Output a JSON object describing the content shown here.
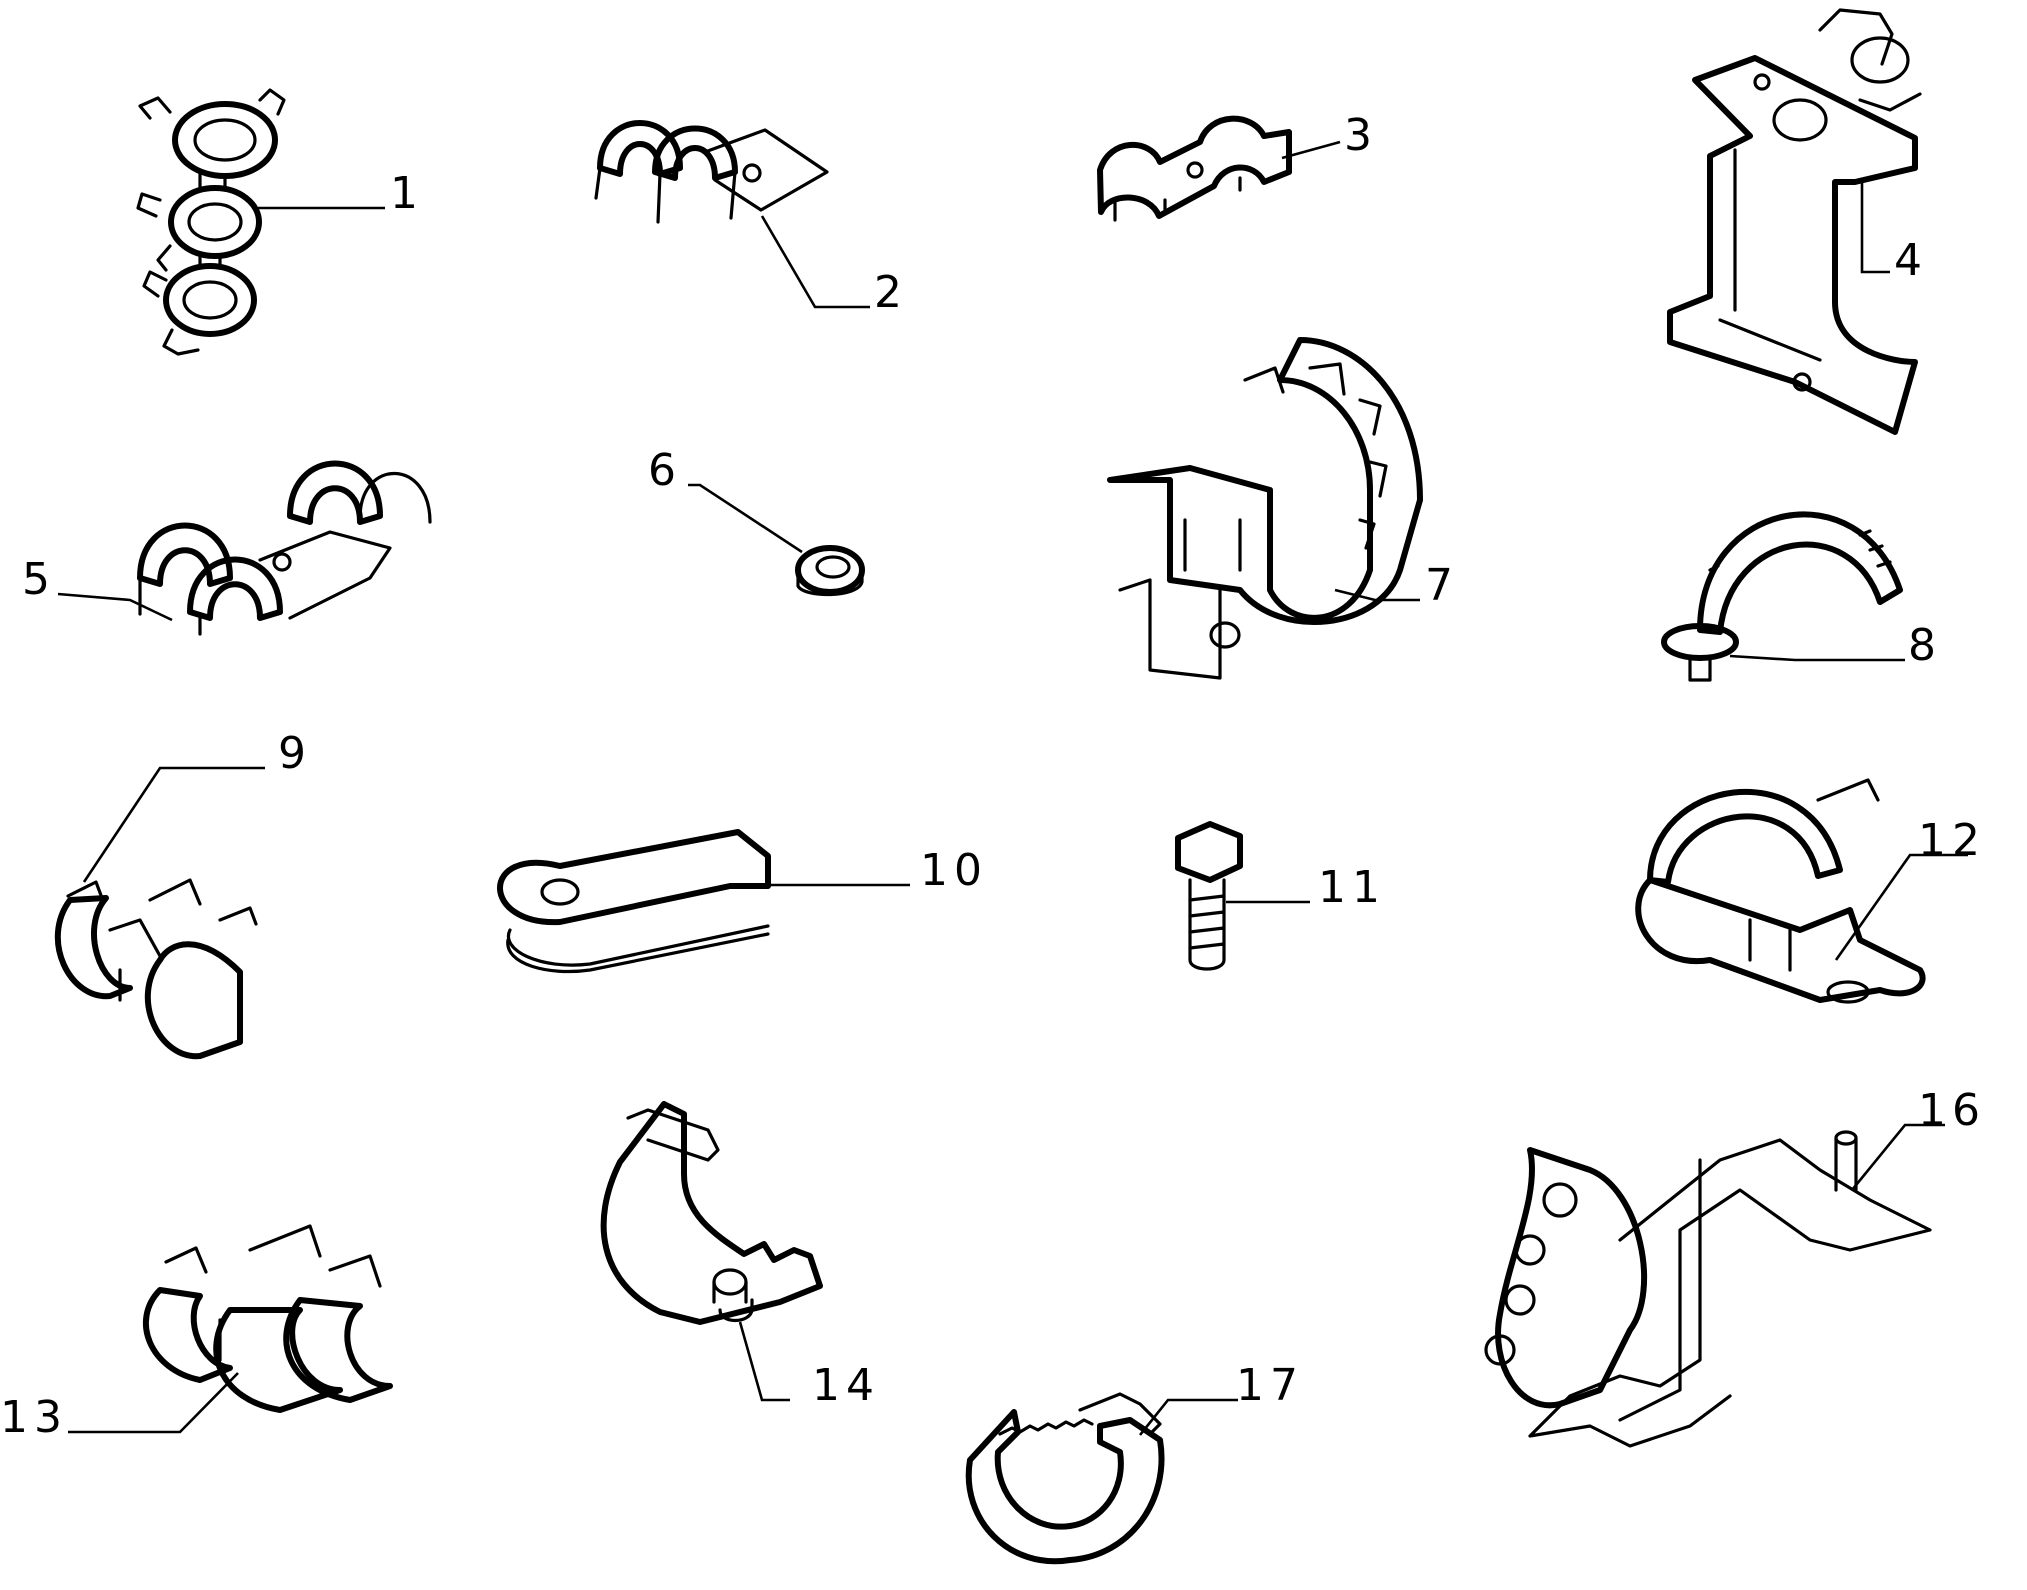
{
  "callouts": [
    {
      "id": "1",
      "label": "1"
    },
    {
      "id": "2",
      "label": "2"
    },
    {
      "id": "3",
      "label": "3"
    },
    {
      "id": "4",
      "label": "4"
    },
    {
      "id": "5",
      "label": "5"
    },
    {
      "id": "6",
      "label": "6"
    },
    {
      "id": "7",
      "label": "7"
    },
    {
      "id": "8",
      "label": "8"
    },
    {
      "id": "9",
      "label": "9"
    },
    {
      "id": "10",
      "label": "10"
    },
    {
      "id": "11",
      "label": "11"
    },
    {
      "id": "12",
      "label": "12"
    },
    {
      "id": "13",
      "label": "13"
    },
    {
      "id": "14",
      "label": "14"
    },
    {
      "id": "16",
      "label": "16"
    },
    {
      "id": "17",
      "label": "17"
    }
  ],
  "parts": [
    {
      "ref": "1",
      "icon": "triple-pipe-clip-icon"
    },
    {
      "ref": "2",
      "icon": "single-saddle-clamp-icon"
    },
    {
      "ref": "3",
      "icon": "double-saddle-clamp-icon"
    },
    {
      "ref": "4",
      "icon": "bracket-with-pipe-clips-icon"
    },
    {
      "ref": "5",
      "icon": "triple-saddle-clamp-icon"
    },
    {
      "ref": "6",
      "icon": "nut-icon"
    },
    {
      "ref": "7",
      "icon": "multi-pipe-holder-icon"
    },
    {
      "ref": "8",
      "icon": "cable-tie-icon"
    },
    {
      "ref": "9",
      "icon": "double-pipe-clip-icon"
    },
    {
      "ref": "10",
      "icon": "spacer-plate-icon"
    },
    {
      "ref": "11",
      "icon": "bolt-icon"
    },
    {
      "ref": "12",
      "icon": "strap-clamp-icon"
    },
    {
      "ref": "13",
      "icon": "triple-snap-clip-icon"
    },
    {
      "ref": "14",
      "icon": "pipe-support-clip-icon"
    },
    {
      "ref": "16",
      "icon": "pipe-holder-bracket-icon"
    },
    {
      "ref": "17",
      "icon": "hose-clamp-icon"
    }
  ]
}
